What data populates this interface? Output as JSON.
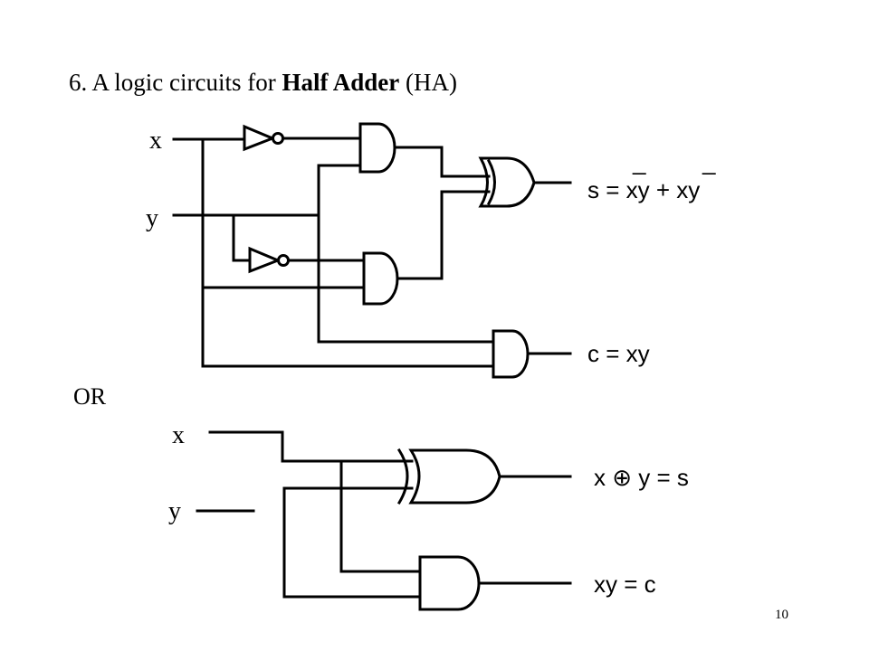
{
  "title": {
    "prefix": "6. A logic circuits for ",
    "bold": "Half Adder",
    "suffix": " (HA)"
  },
  "circuit_top": {
    "input_x": "x",
    "input_y": "y",
    "sum_label": "s = xy + xy",
    "overbar_marks": [
      "_",
      "_"
    ],
    "carry_label": "c = xy"
  },
  "separator": "OR",
  "circuit_bottom": {
    "input_x": "x",
    "input_y": "y",
    "sum_label": "x ⊕ y = s",
    "carry_label": "xy = c"
  },
  "page_number": "10"
}
